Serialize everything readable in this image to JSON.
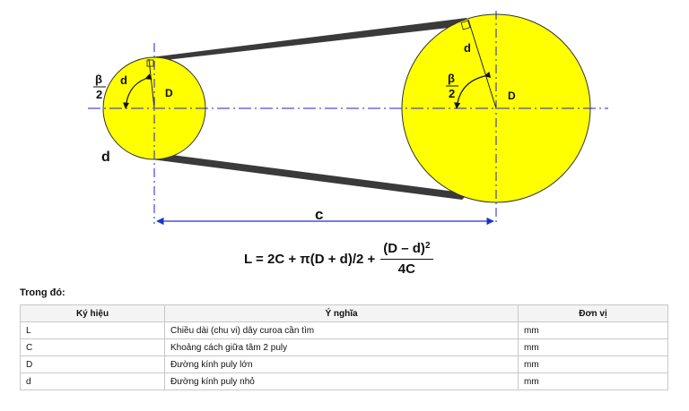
{
  "diagram": {
    "labels": {
      "small_diameter": "d",
      "small_radius": "d",
      "large_radius": "d",
      "small_D": "D",
      "large_D": "D",
      "beta_small_num": "β",
      "beta_small_den": "2",
      "beta_large_num": "β",
      "beta_large_den": "2",
      "center_distance": "c"
    },
    "colors": {
      "pulley_fill": "#ffff00",
      "belt": "#3a3a3a",
      "axis_line": "#2222cc",
      "dimension_line": "#1a36c8"
    }
  },
  "formula": {
    "main": "L = 2C + π(D + d)/2 +",
    "numerator": "(D – d)",
    "exponent": "2",
    "denominator": "4C"
  },
  "legend": {
    "title": "Trong đó:",
    "columns": [
      "Ký hiệu",
      "Ý nghĩa",
      "Đơn vị"
    ],
    "rows": [
      {
        "symbol": "L",
        "meaning": "Chiều dài (chu vi) dây curoa cần tìm",
        "unit": "mm"
      },
      {
        "symbol": "C",
        "meaning": "Khoảng cách giữa tâm 2 puly",
        "unit": "mm"
      },
      {
        "symbol": "D",
        "meaning": "Đường kính puly lớn",
        "unit": "mm"
      },
      {
        "symbol": "d",
        "meaning": "Đường kính puly nhỏ",
        "unit": "mm"
      }
    ]
  }
}
